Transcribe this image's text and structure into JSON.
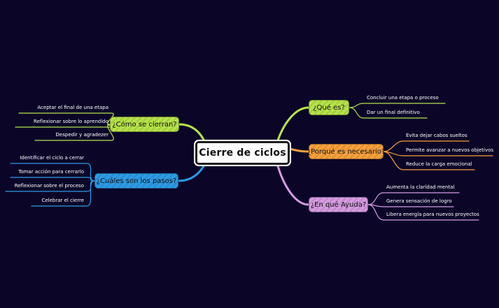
{
  "center": {
    "label": "Cierre de ciclos"
  },
  "colors": {
    "green": "#b7e34a",
    "orange": "#f7a13c",
    "purple": "#d69be2",
    "blue": "#2e9be6"
  },
  "branches": [
    {
      "label": "¿Qué es?",
      "color": "green",
      "leaves": [
        "Concluir una etapa o proceso",
        "Dar un final definitivo"
      ]
    },
    {
      "label": "¿Porqué es necesario?",
      "color": "orange",
      "leaves": [
        "Evita dejar cabos sueltos",
        "Permite avanzar a nuevos objetivos",
        "Reduce la carga emocional"
      ]
    },
    {
      "label": "¿En qué Ayuda?",
      "color": "purple",
      "leaves": [
        "Aumenta la claridad mental",
        "Genera sensación de logro",
        "Libera energía para nuevos proyectos"
      ]
    },
    {
      "label": "¿Cómo se cierran?",
      "color": "green",
      "leaves": [
        "Aceptar el final de una etapa",
        "Reflexionar sobre lo aprendido",
        "Despedir y agradezer"
      ]
    },
    {
      "label": "¿Cuáles son los pasos?",
      "color": "blue",
      "leaves": [
        "Identificar el ciclo a cerrar",
        "Tomar acción para cerrarlo",
        "Reflexionar sobre el proceso",
        "Celebrar el cierre"
      ]
    }
  ]
}
